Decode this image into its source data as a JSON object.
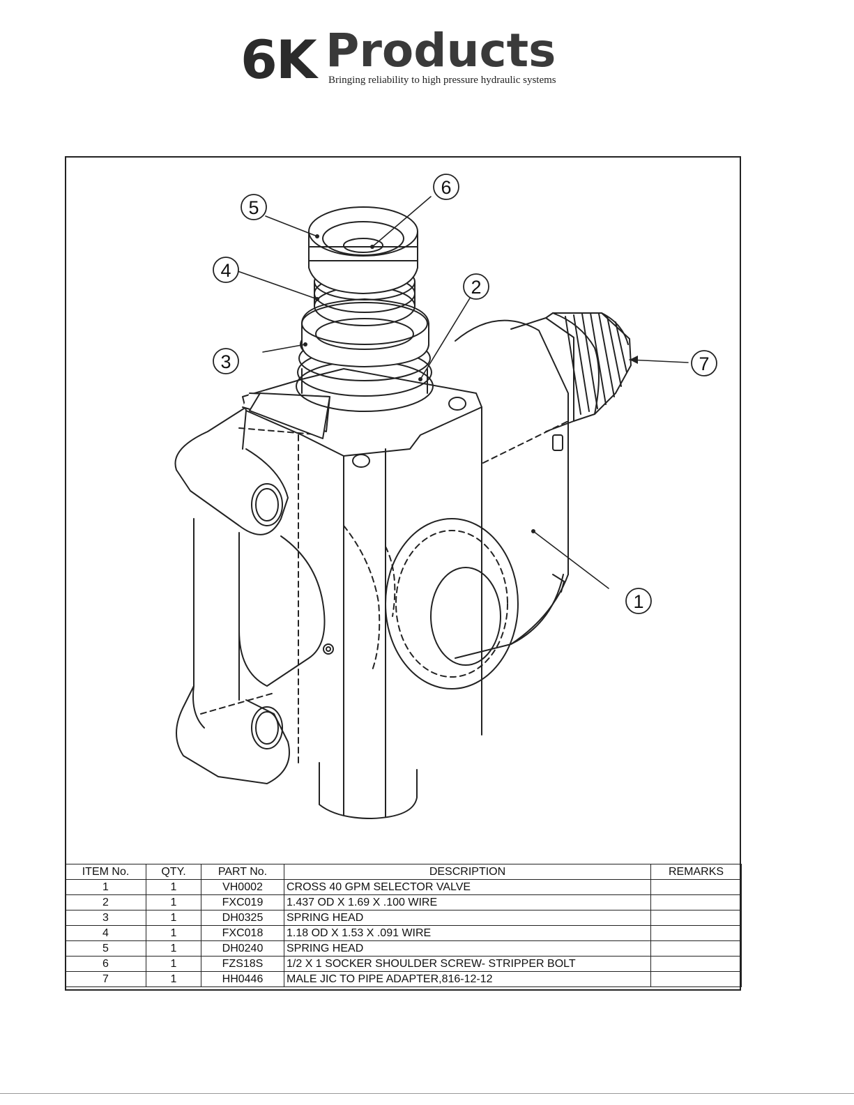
{
  "logo": {
    "mark": "6K",
    "name": "Products",
    "tagline": "Bringing reliability to high pressure hydraulic systems"
  },
  "balloons": [
    "1",
    "2",
    "3",
    "4",
    "5",
    "6",
    "7"
  ],
  "bom": {
    "headers": [
      "ITEM No.",
      "QTY.",
      "PART No.",
      "DESCRIPTION",
      "REMARKS"
    ],
    "rows": [
      {
        "item": "1",
        "qty": "1",
        "part": "VH0002",
        "description": "CROSS 40 GPM SELECTOR VALVE",
        "remarks": ""
      },
      {
        "item": "2",
        "qty": "1",
        "part": "FXC019",
        "description": "1.437 OD X 1.69 X .100 WIRE",
        "remarks": ""
      },
      {
        "item": "3",
        "qty": "1",
        "part": "DH0325",
        "description": "SPRING HEAD",
        "remarks": ""
      },
      {
        "item": "4",
        "qty": "1",
        "part": "FXC018",
        "description": "1.18 OD X 1.53 X .091 WIRE",
        "remarks": ""
      },
      {
        "item": "5",
        "qty": "1",
        "part": "DH0240",
        "description": "SPRING HEAD",
        "remarks": ""
      },
      {
        "item": "6",
        "qty": "1",
        "part": "FZS18S",
        "description": "1/2  X 1 SOCKER SHOULDER SCREW- STRIPPER BOLT",
        "remarks": ""
      },
      {
        "item": "7",
        "qty": "1",
        "part": "HH0446",
        "description": "MALE JIC TO PIPE  ADAPTER,816-12-12",
        "remarks": ""
      }
    ]
  }
}
